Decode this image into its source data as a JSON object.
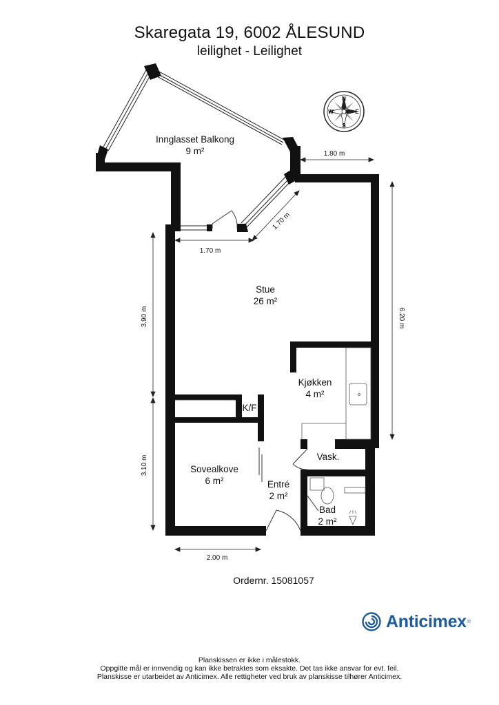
{
  "header": {
    "title": "Skaregata 19, 6002 ÅLESUND",
    "subtitle": "leilighet - Leilighet"
  },
  "compass": {
    "letters": [
      "N",
      "E",
      "S",
      "W"
    ]
  },
  "rooms": {
    "balkong": {
      "name": "Inngl­asset Balkong",
      "area": "9 m²"
    },
    "stue": {
      "name": "Stue",
      "area": "26 m²"
    },
    "kjokken": {
      "name": "Kjøkken",
      "area": "4 m²"
    },
    "kf": {
      "name": "K/F"
    },
    "vask": {
      "name": "Vask."
    },
    "sovealkove": {
      "name": "Sovealkove",
      "area": "6 m²"
    },
    "entre": {
      "name": "Entré",
      "area": "2 m²"
    },
    "bad": {
      "name": "Bad",
      "area": "2 m²"
    }
  },
  "dimensions": {
    "top_right": "1.80 m",
    "balcony_diag": "1.70 m",
    "balcony_front": "1.70 m",
    "left_upper": "3.90 m",
    "left_lower": "3.10 m",
    "right": "6.20 m",
    "bottom": "2.00 m"
  },
  "order": "Ordernr. 15081057",
  "brand": {
    "name": "Anticimex",
    "color": "#1c5c9c"
  },
  "footer": {
    "line1": "Planskissen er ikke i målestokk.",
    "line2": "Oppgitte mål er innvendig og kan ikke betraktes som eksakte. Det tas ikke ansvar for evt. feil.",
    "line3": "Planskisse er utarbeidet av Anticimex. Alle rettigheter ved bruk av planskisse tilhører Anticimex."
  }
}
